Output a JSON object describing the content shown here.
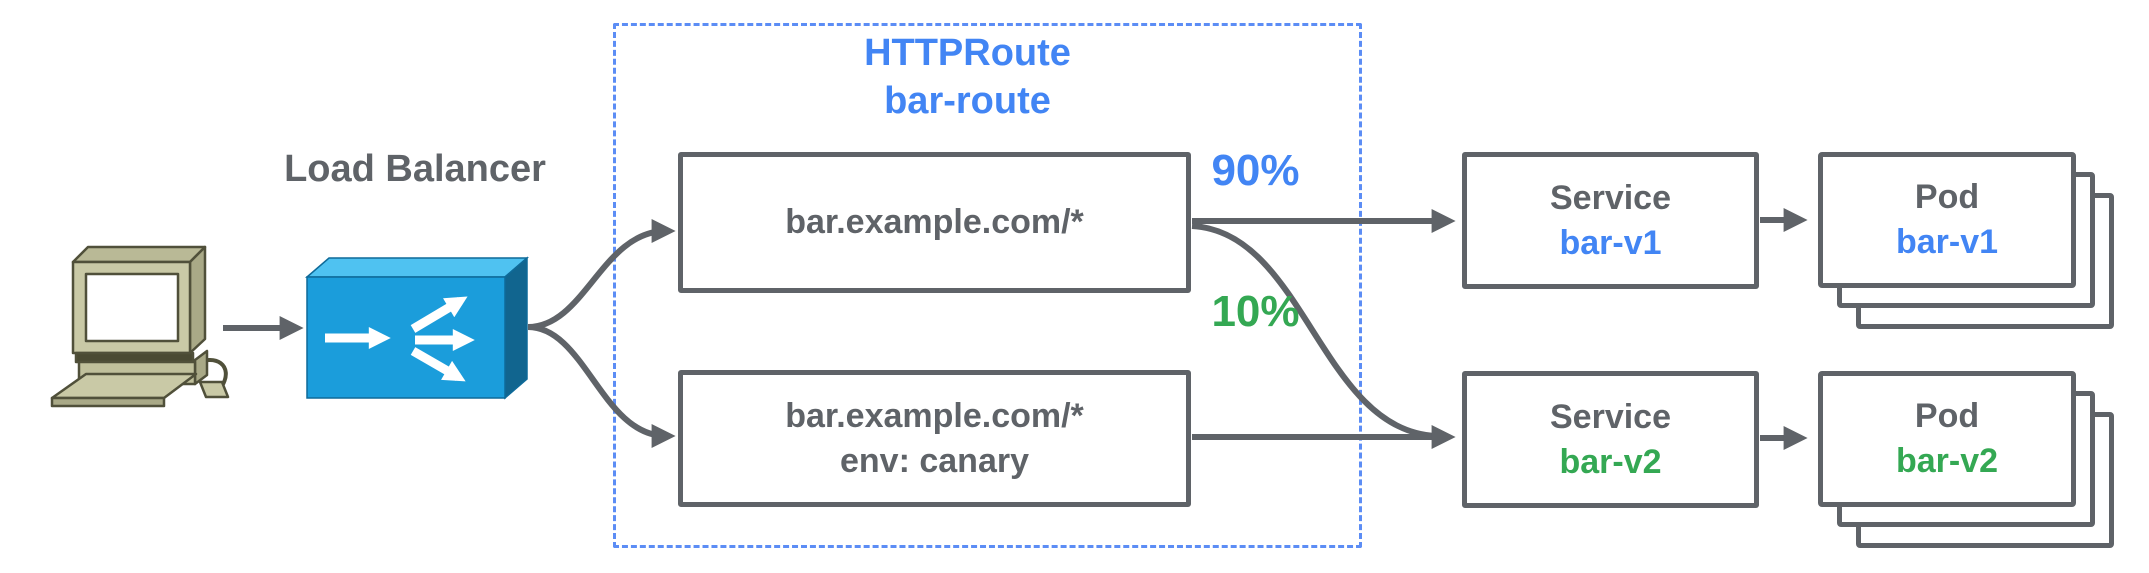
{
  "client": {
    "icon": "desktop-computer-icon"
  },
  "load_balancer": {
    "label": "Load Balancer",
    "icon": "load-balancer-icon"
  },
  "httproute": {
    "kind": "HTTPRoute",
    "name": "bar-route",
    "match_primary": {
      "host": "bar.example.com/*"
    },
    "match_canary": {
      "host": "bar.example.com/*",
      "header": "env: canary"
    }
  },
  "weights": {
    "primary": "90%",
    "canary": "10%"
  },
  "services": {
    "v1": {
      "kind": "Service",
      "name": "bar-v1"
    },
    "v2": {
      "kind": "Service",
      "name": "bar-v2"
    }
  },
  "pods": {
    "v1": {
      "kind": "Pod",
      "name": "bar-v1"
    },
    "v2": {
      "kind": "Pod",
      "name": "bar-v2"
    }
  },
  "colors": {
    "accent_blue": "#4285f4",
    "accent_green": "#34a853",
    "line_gray": "#5f6368",
    "dashed_border_blue": "#5c8df5",
    "lb_front": "#1b9ddb",
    "lb_top": "#4fc2f1",
    "lb_side": "#11658f",
    "client_body": "#c9c9a6"
  }
}
